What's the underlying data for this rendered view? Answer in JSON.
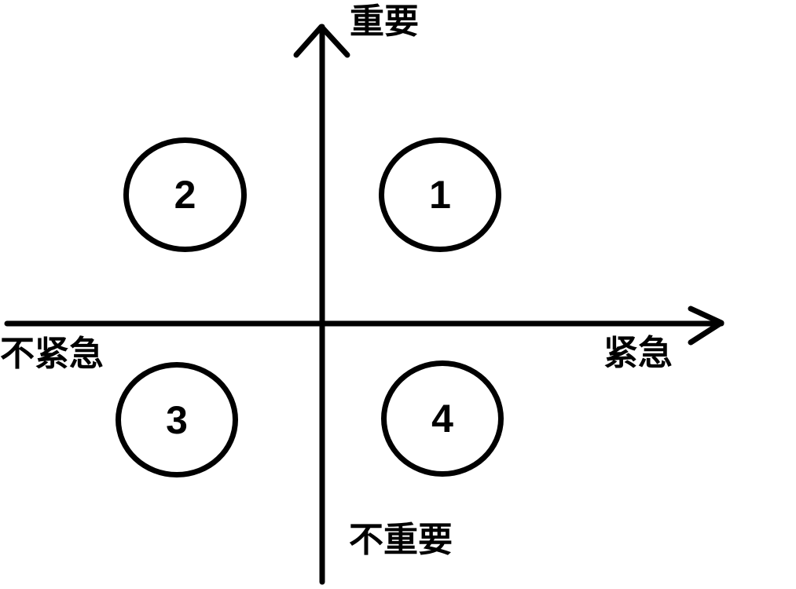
{
  "diagram": {
    "type": "priority-matrix",
    "axes": {
      "vertical": {
        "top_label": "重要",
        "bottom_label": "不重要"
      },
      "horizontal": {
        "left_label": "不紧急",
        "right_label": "紧急"
      }
    },
    "quadrants": [
      {
        "id": "q1",
        "number": "1",
        "position": "top-right"
      },
      {
        "id": "q2",
        "number": "2",
        "position": "top-left"
      },
      {
        "id": "q3",
        "number": "3",
        "position": "bottom-left"
      },
      {
        "id": "q4",
        "number": "4",
        "position": "bottom-right"
      }
    ],
    "colors": {
      "background": "#ffffff",
      "stroke": "#000000"
    }
  }
}
